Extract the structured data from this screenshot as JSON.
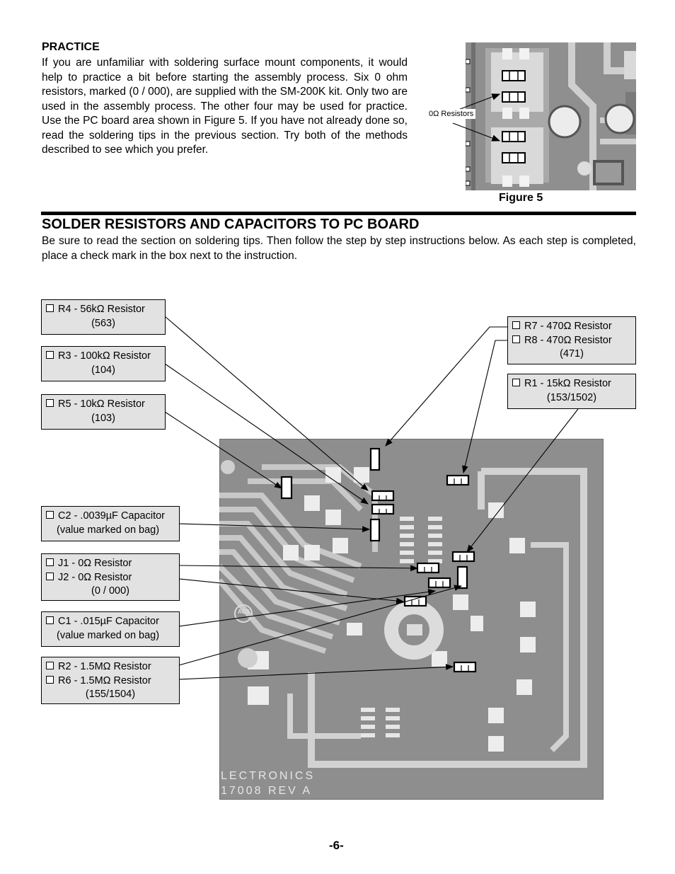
{
  "practice": {
    "heading": "PRACTICE",
    "paragraph": "If you are unfamiliar with soldering surface mount components, it would help to practice a bit before starting the assembly process. Six 0 ohm resistors, marked (0 / 000), are supplied with the SM-200K kit. Only two are used in the assembly process.  The other four may be used for practice. Use the PC board area shown in Figure 5. If you have not already done so, read the soldering tips in the previous section. Try both of the methods described to see which you prefer."
  },
  "figure5": {
    "label": "0Ω Resistors",
    "caption": "Figure 5"
  },
  "section": {
    "heading": "SOLDER RESISTORS AND CAPACITORS TO PC BOARD",
    "paragraph": "Be sure to read the section on soldering tips. Then follow the step by step instructions below. As each step is completed, place a check mark in the box next to the instruction."
  },
  "components": {
    "r4": {
      "line1": "R4 - 56kΩ Resistor",
      "code": "(563)"
    },
    "r3": {
      "line1": "R3 - 100kΩ Resistor",
      "code": "(104)"
    },
    "r5": {
      "line1": "R5 - 10kΩ Resistor",
      "code": "(103)"
    },
    "c2": {
      "line1": "C2 - .0039µF Capacitor",
      "line2": "(value marked on bag)"
    },
    "j": {
      "line1": "J1 - 0Ω Resistor",
      "line2": "J2 - 0Ω Resistor",
      "code": "(0 / 000)"
    },
    "c1": {
      "line1": "C1 - .015µF Capacitor",
      "line2": "(value marked on bag)"
    },
    "r2r6": {
      "line1": "R2 - 1.5MΩ Resistor",
      "line2": "R6 - 1.5MΩ Resistor",
      "code": "(155/1504)"
    },
    "r7r8": {
      "line1": "R7 - 470Ω Resistor",
      "line2": "R8 - 470Ω Resistor",
      "code": "(471)"
    },
    "r1": {
      "line1": "R1 - 15kΩ Resistor",
      "code": "(153/1502)"
    }
  },
  "board": {
    "silkscreen_logo": "ACS",
    "silkscreen_line1": "LECTRONICS",
    "silkscreen_line2": "17008 REV A"
  },
  "page_number": "-6-"
}
